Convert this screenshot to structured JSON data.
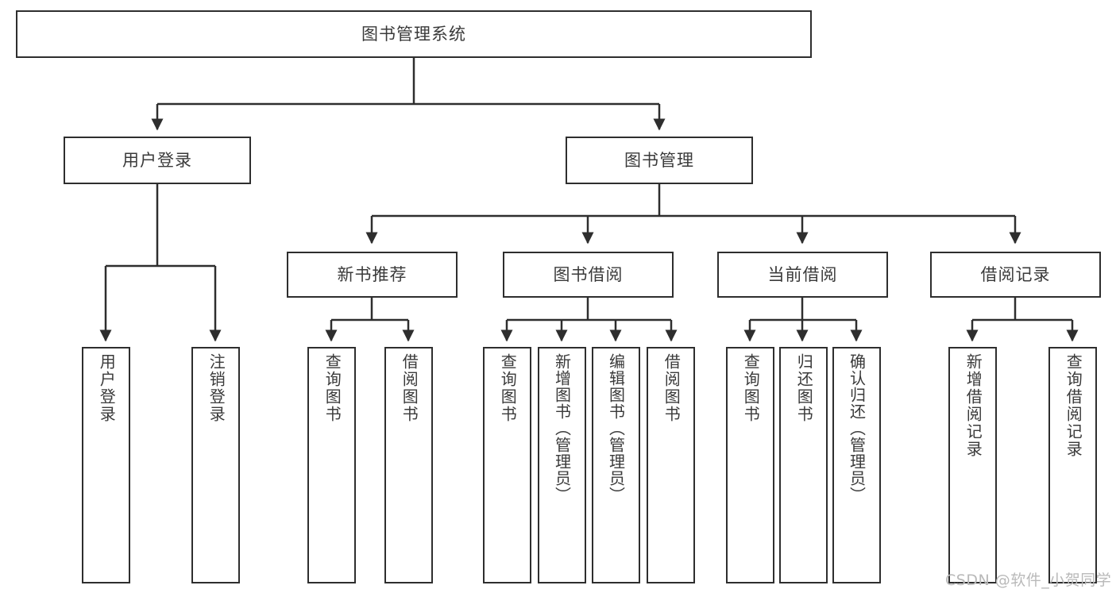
{
  "diagram": {
    "title_node": {
      "label": "图书管理系统"
    },
    "level1": [
      {
        "label": "用户登录"
      },
      {
        "label": "图书管理"
      }
    ],
    "level2": [
      {
        "label": "新书推荐"
      },
      {
        "label": "图书借阅"
      },
      {
        "label": "当前借阅"
      },
      {
        "label": "借阅记录"
      }
    ],
    "leaves": [
      {
        "label": "用户登录"
      },
      {
        "label": "注销登录"
      },
      {
        "label": "查询图书"
      },
      {
        "label": "借阅图书"
      },
      {
        "label": "查询图书"
      },
      {
        "label": "新增图书（管理员）"
      },
      {
        "label": "编辑图书（管理员）"
      },
      {
        "label": "借阅图书"
      },
      {
        "label": "查询图书"
      },
      {
        "label": "归还图书"
      },
      {
        "label": "确认归还（管理员）"
      },
      {
        "label": "新增借阅记录"
      },
      {
        "label": "查询借阅记录"
      }
    ],
    "watermark": "CSDN @软件_小贺同学",
    "colors": {
      "stroke": "#2e2e2e",
      "text": "#3a3a3a",
      "background": "#ffffff",
      "watermark": "#b9b9b9"
    }
  }
}
